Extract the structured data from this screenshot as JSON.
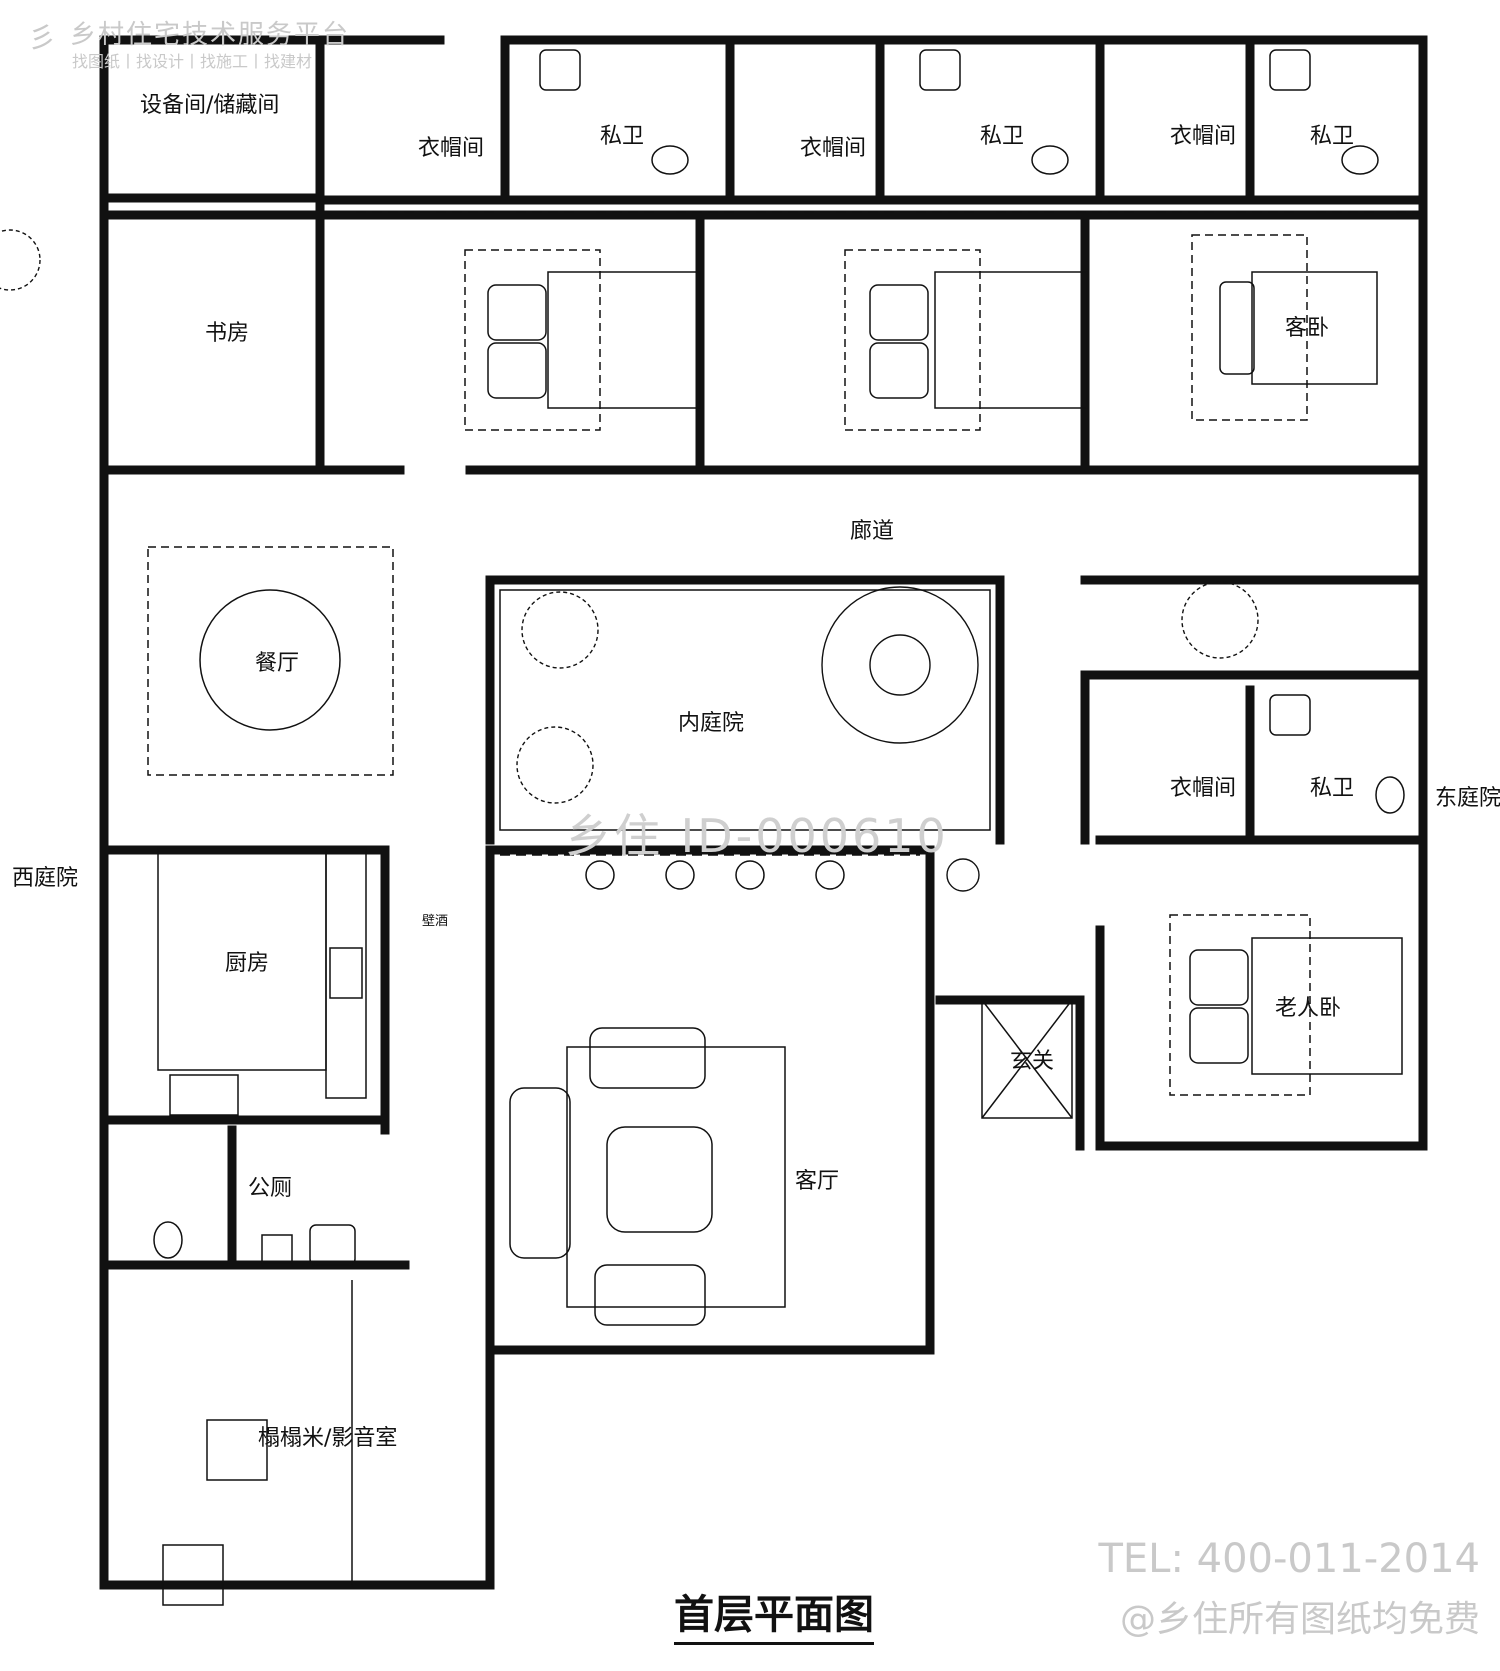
{
  "watermarks": {
    "top_title": "乡村住宅技术服务平台",
    "top_subtitle": "找图纸丨找设计丨找施工丨找建材",
    "center_id": "乡住 ID-000610",
    "tel": "TEL: 400-011-2014",
    "free_note": "@乡住所有图纸均免费"
  },
  "plan": {
    "title": "首层平面图",
    "rooms": {
      "storage": "设备间/储藏间",
      "closet1": "衣帽间",
      "bath1": "私卫",
      "closet2": "衣帽间",
      "bath2": "私卫",
      "closet3": "衣帽间",
      "bath3": "私卫",
      "study": "书房",
      "guest_bedroom": "客卧",
      "corridor": "廊道",
      "dining": "餐厅",
      "inner_courtyard": "内庭院",
      "closet4": "衣帽间",
      "bath4": "私卫",
      "east_yard": "东庭院",
      "west_yard": "西庭院",
      "kitchen": "厨房",
      "wine_cabinet": "壁酒",
      "elder_bedroom": "老人卧",
      "entrance": "玄关",
      "living_room": "客厅",
      "public_toilet": "公厕",
      "tatami_av": "榻榻米/影音室"
    }
  }
}
